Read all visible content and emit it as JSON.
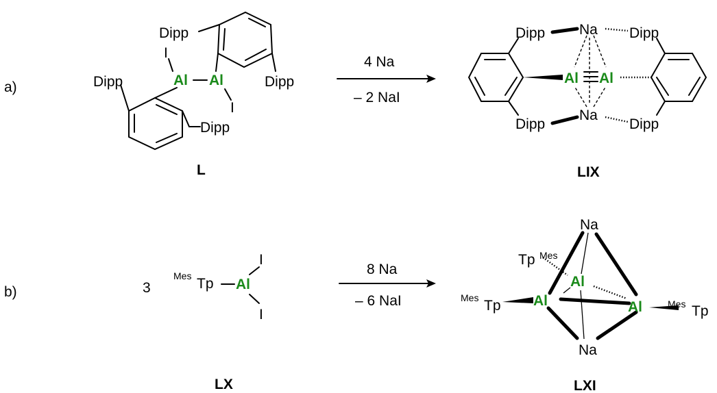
{
  "parts": {
    "a": {
      "tag": "a)",
      "reagent": "4 Na",
      "byproduct": "– 2 NaI",
      "reactant_label": "L",
      "product_label": "LIX"
    },
    "b": {
      "tag": "b)",
      "stoich": "3",
      "reagent": "8 Na",
      "byproduct": "– 6 NaI",
      "reactant_label": "LX",
      "product_label": "LXI"
    }
  },
  "atoms": {
    "dipp": "Dipp",
    "al": "Al",
    "i": "I",
    "na": "Na",
    "tp": "Tp",
    "mes": "Mes"
  },
  "colors": {
    "aluminum": "#1a8a1a",
    "bond": "#000000"
  }
}
